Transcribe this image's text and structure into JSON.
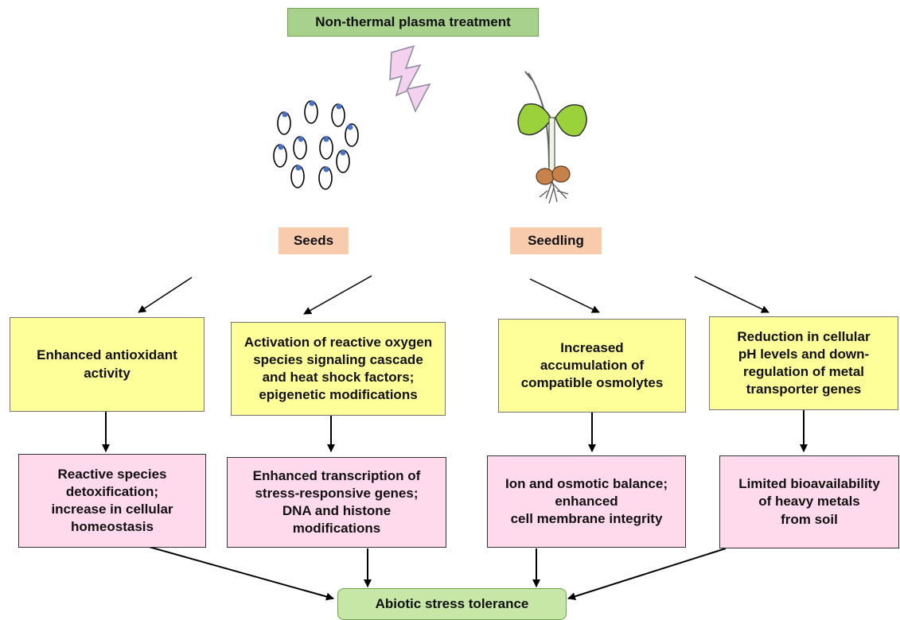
{
  "title": "Non-thermal plasma treatment",
  "labels": {
    "seeds": "Seeds",
    "seedling": "Seedling"
  },
  "mechanisms": [
    "Enhanced antioxidant\nactivity",
    "Activation  of reactive oxygen\nspecies signaling cascade\nand heat shock factors;\nepigenetic modifications",
    "Increased\naccumulation of\ncompatible osmolytes",
    "Reduction in cellular\npH levels and down-\nregulation of metal\ntransporter genes"
  ],
  "outcomes": [
    "Reactive species\ndetoxification;\nincrease in cellular\nhomeostasis",
    "Enhanced transcription of\nstress-responsive genes;\nDNA and histone\nmodifications",
    "Ion and osmotic balance;\nenhanced\ncell membrane integrity",
    "Limited bioavailability\nof heavy metals\nfrom soil"
  ],
  "result": "Abiotic stress tolerance",
  "colors": {
    "title_fill": "#a9d18e",
    "tag_fill": "#f8cbad",
    "mechanism_fill": "#ffff99",
    "outcome_fill": "#ffd9ec",
    "result_fill": "#c6e7a6",
    "seed_dot": "#4a72c4",
    "leaf": "#9bd13a",
    "bolt": "#f3d1ef"
  }
}
